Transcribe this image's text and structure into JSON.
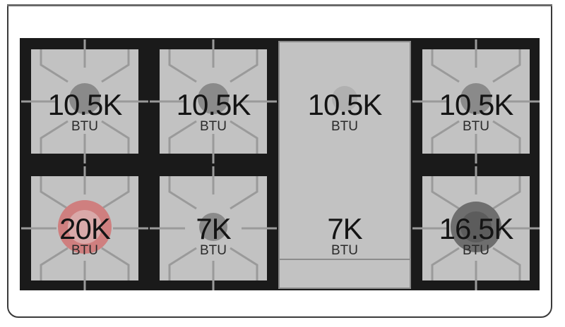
{
  "colors": {
    "grate": "#1a1a1a",
    "cap": "#c2c2c2",
    "burner": "#8a8a8a",
    "burner_hot": "#cf7f7f",
    "burner_large": "#6e6e6e"
  },
  "burners": {
    "front_left": {
      "value": "10.5K",
      "unit": "BTU"
    },
    "front_mid": {
      "value": "10.5K",
      "unit": "BTU"
    },
    "center_top": {
      "value": "10.5K",
      "unit": "BTU"
    },
    "front_right": {
      "value": "10.5K",
      "unit": "BTU"
    },
    "rear_left": {
      "value": "20K",
      "unit": "BTU"
    },
    "rear_mid": {
      "value": "7K",
      "unit": "BTU"
    },
    "center_bottom": {
      "value": "7K",
      "unit": "BTU"
    },
    "rear_right": {
      "value": "16.5K",
      "unit": "BTU"
    }
  }
}
